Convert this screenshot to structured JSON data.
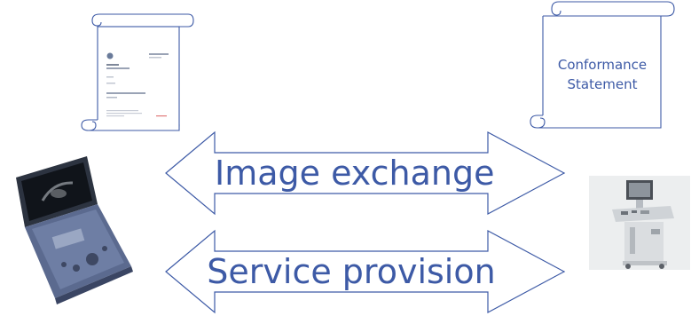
{
  "colors": {
    "outline": "#3d5aa6",
    "text": "#3d5aa6",
    "paper": "#ffffff"
  },
  "arrows": {
    "top_label": "Image exchange",
    "bottom_label": "Service provision"
  },
  "documents": {
    "right_scroll_label": "Conformance Statement",
    "left_scroll_content": "printed-document-thumbnail"
  },
  "devices": {
    "left": "laptop-ultrasound-device",
    "right": "cart-ultrasound-system"
  }
}
